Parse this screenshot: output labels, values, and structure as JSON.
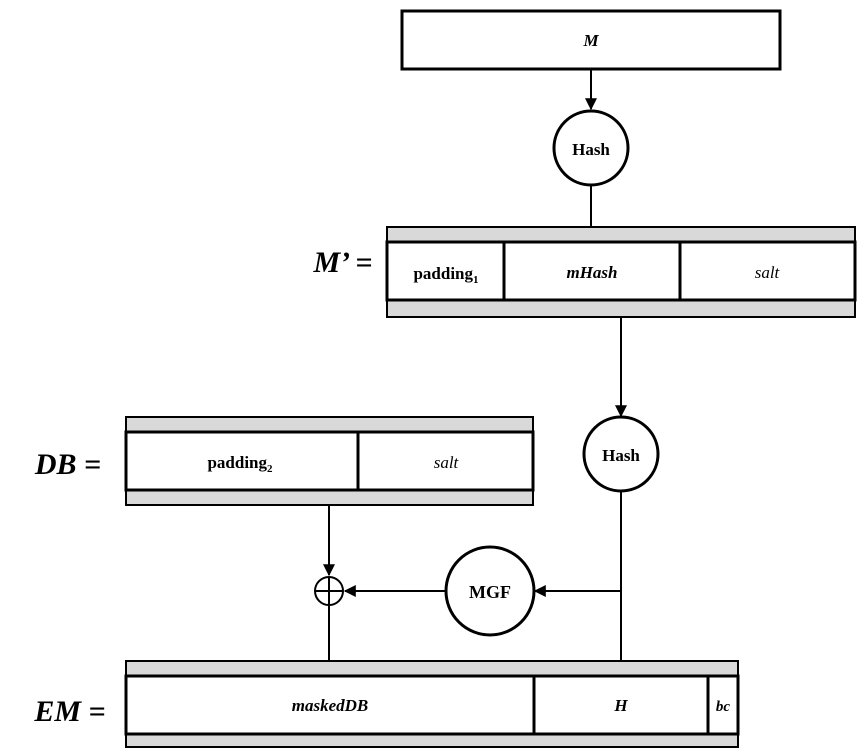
{
  "message": {
    "label": "M"
  },
  "hash_top": {
    "label": "Hash"
  },
  "m_prime": {
    "label": "M’ =",
    "fields": {
      "padding1": {
        "base": "padding",
        "sub": "1"
      },
      "mhash": "mHash",
      "salt": "salt"
    }
  },
  "hash_mid": {
    "label": "Hash"
  },
  "db": {
    "label": "DB =",
    "fields": {
      "padding2": {
        "base": "padding",
        "sub": "2"
      },
      "salt": "salt"
    }
  },
  "mgf": {
    "label": "MGF"
  },
  "em": {
    "label": "EM =",
    "fields": {
      "masked_db": "maskedDB",
      "h": "H",
      "bc": "bc"
    }
  }
}
